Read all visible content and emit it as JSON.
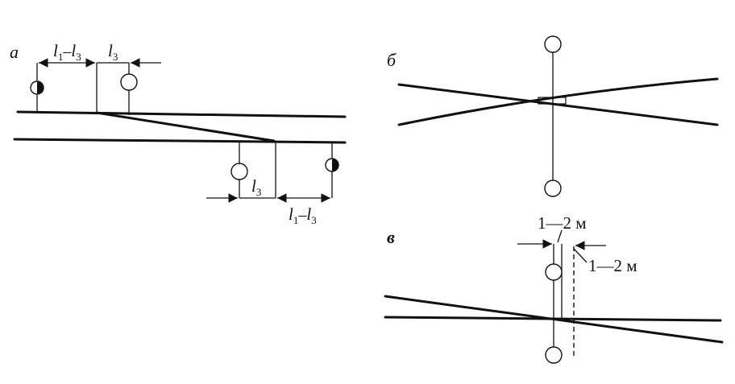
{
  "panels": {
    "a": {
      "label": "а"
    },
    "b": {
      "label": "б"
    },
    "v": {
      "label": "в"
    }
  },
  "dimensions": {
    "a_top_left": {
      "l1": "l",
      "s1": "1",
      "dash": "–",
      "l3": "l",
      "s3": "3"
    },
    "a_top_right": {
      "l3": "l",
      "s3": "3"
    },
    "a_bottom_left": {
      "l3": "l",
      "s3": "3"
    },
    "a_bottom_right": {
      "l1": "l",
      "s1": "1",
      "dash": "–",
      "l3": "l",
      "s3": "3"
    },
    "v_top": "1—2 м",
    "v_side": "1—2 м"
  },
  "icons": {
    "signal_light": "signal-circle-icon",
    "signal_half": "half-filled-signal-icon",
    "arrowhead": "arrowhead-icon"
  },
  "colors": {
    "ink": "#111111",
    "paper": "#ffffff"
  }
}
